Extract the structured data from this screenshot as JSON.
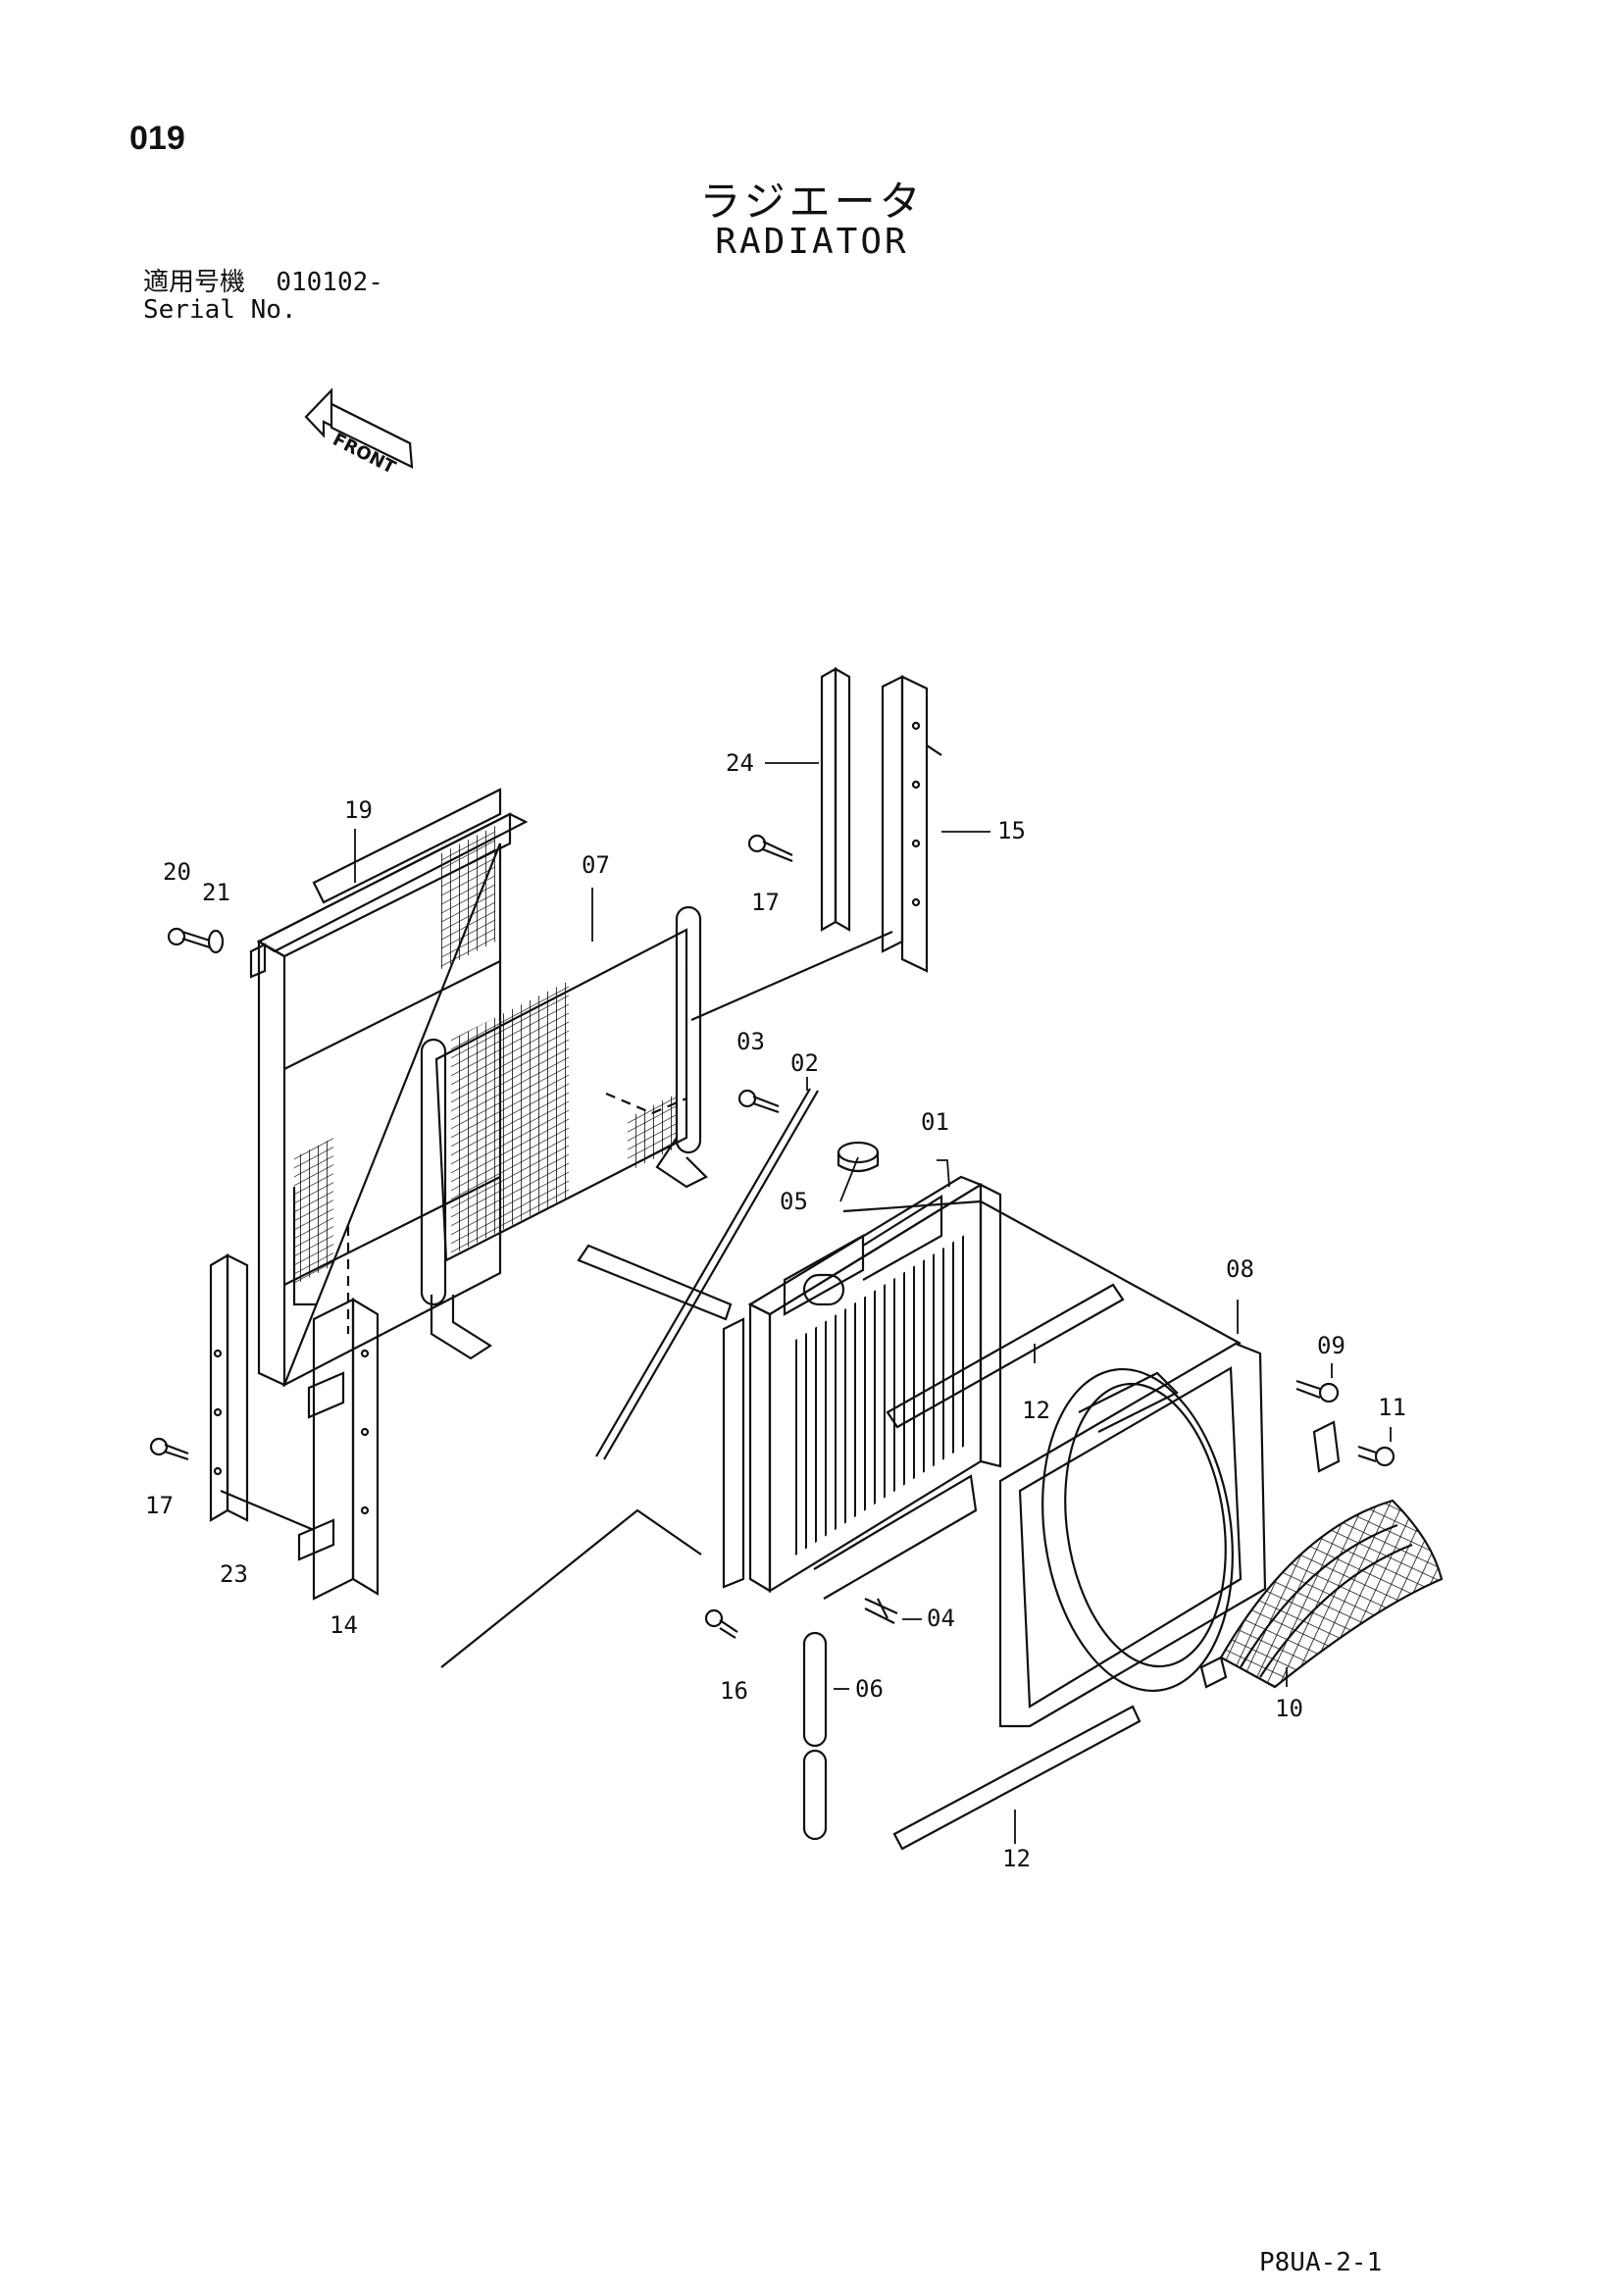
{
  "header": {
    "page_number": "019",
    "title_jp": "ラジエータ",
    "title_en": "RADIATOR",
    "serial_label_jp": "適用号機",
    "serial_value": "010102-",
    "serial_label_en": "Serial No."
  },
  "front_arrow": {
    "label": "FRONT"
  },
  "callouts": {
    "c01": "01",
    "c02": "02",
    "c03": "03",
    "c04": "04",
    "c05": "05",
    "c06": "06",
    "c07": "07",
    "c08": "08",
    "c09": "09",
    "c10": "10",
    "c11": "11",
    "c12a": "12",
    "c12b": "12",
    "c14": "14",
    "c15": "15",
    "c16": "16",
    "c17a": "17",
    "c17b": "17",
    "c19": "19",
    "c20": "20",
    "c21": "21",
    "c23": "23",
    "c24": "24"
  },
  "footer": {
    "page_code": "P8UA-2-1"
  }
}
